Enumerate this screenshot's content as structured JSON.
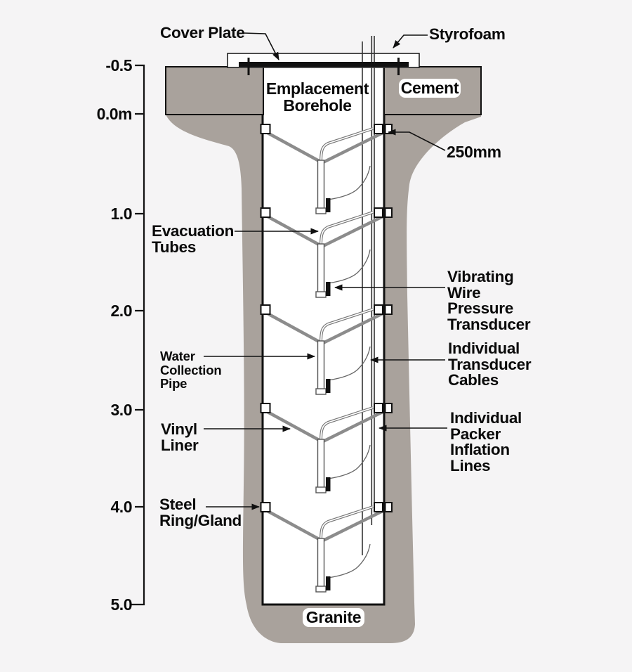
{
  "diagram": {
    "subject": "instrumented emplacement borehole cross-section",
    "colors": {
      "rock_gray": "#a9a29c",
      "liner_gray": "#8c8c8c",
      "background": "#f5f4f5",
      "ink": "#111111"
    }
  },
  "labels": {
    "cover_plate": "Cover Plate",
    "styrofoam": "Styrofoam",
    "cement": "Cement",
    "emplacement_borehole": "Emplacement\nBorehole",
    "size_250mm": "250mm",
    "evacuation_tubes": "Evacuation\nTubes",
    "vibrating_wire_pressure_transducer": "Vibrating\nWire\nPressure\nTransducer",
    "water_collection_pipe": "Water\nCollection\nPipe",
    "individual_transducer_cables": "Individual\nTransducer\nCables",
    "vinyl_liner": "Vinyl\nLiner",
    "individual_packer_inflation_lines": "Individual\nPacker\nInflation\nLines",
    "steel_ring_gland": "Steel\nRing/Gland",
    "granite": "Granite"
  },
  "scale": {
    "unit": "m",
    "ticks": [
      "-0.5",
      "0.0m",
      "1.0",
      "2.0",
      "3.0",
      "4.0",
      "5.0"
    ]
  }
}
